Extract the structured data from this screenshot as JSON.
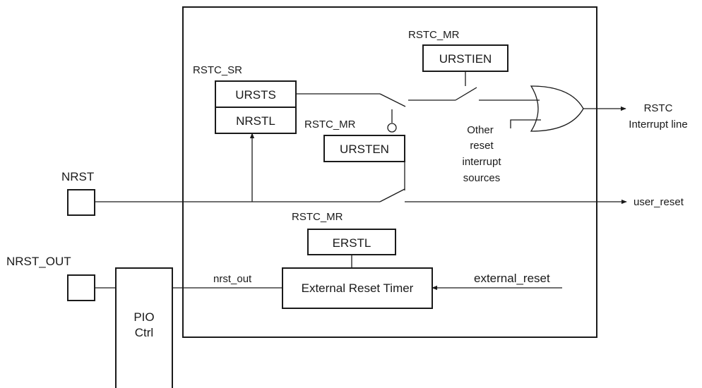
{
  "labels": {
    "rstc_sr": "RSTC_SR",
    "rstc_mr_top": "RSTC_MR",
    "rstc_mr_mid": "RSTC_MR",
    "rstc_mr_bottom": "RSTC_MR",
    "ursts": "URSTS",
    "nrstl": "NRSTL",
    "urstien": "URSTIEN",
    "ursten": "URSTEN",
    "erstl": "ERSTL",
    "ext_reset_timer": "External Reset Timer",
    "pio_line1": "PIO",
    "pio_line2": "Ctrl",
    "nrst": "NRST",
    "nrst_out_pin": "NRST_OUT",
    "nrst_out_signal": "nrst_out",
    "external_reset": "external_reset",
    "user_reset": "user_reset",
    "rstc_line1": "RSTC",
    "rstc_line2": "Interrupt line",
    "other_line1": "Other",
    "other_line2": "reset",
    "other_line3": "interrupt",
    "other_line4": "sources"
  },
  "colors": {
    "stroke": "#1a1a1a",
    "background": "#ffffff"
  }
}
